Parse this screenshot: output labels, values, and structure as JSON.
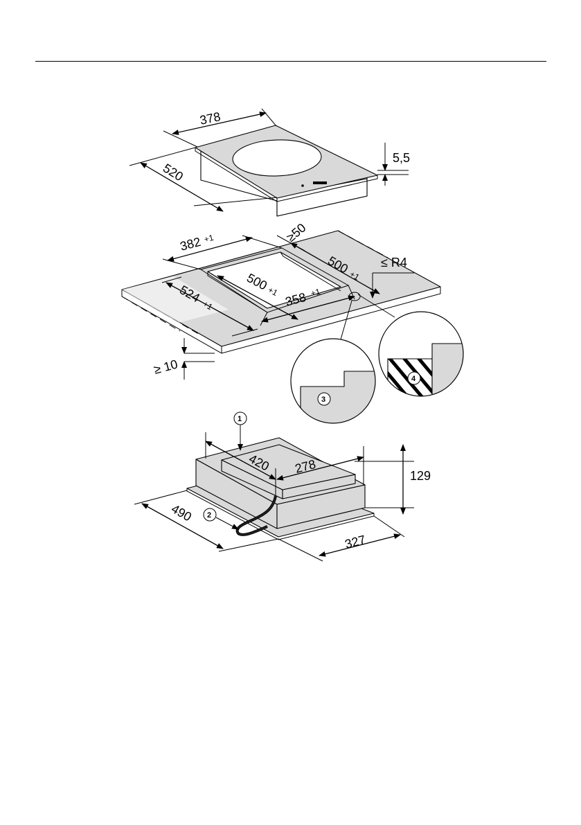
{
  "hob": {
    "dims": {
      "width": "378",
      "depth": "520",
      "glass_thickness": "5,5"
    }
  },
  "cutout": {
    "dims": {
      "top_width": "382",
      "top_width_tol": "+1",
      "min_gap_back": "≥50",
      "depth_right": "500",
      "depth_right_tol": "+1",
      "corner_radius": "≤ R4",
      "inner_depth": "500",
      "inner_depth_tol": "+1",
      "inner_width": "358",
      "inner_width_tol": "+1",
      "outer_depth": "524",
      "outer_depth_tol": "+1",
      "min_worktop": "≥ 10"
    },
    "details": {
      "label_3": "3",
      "label_4": "4"
    }
  },
  "unit": {
    "dims": {
      "length": "420",
      "width_top": "278",
      "height": "129",
      "depth": "490",
      "width_base": "327"
    },
    "callouts": {
      "label_1": "1",
      "label_2": "2"
    }
  }
}
